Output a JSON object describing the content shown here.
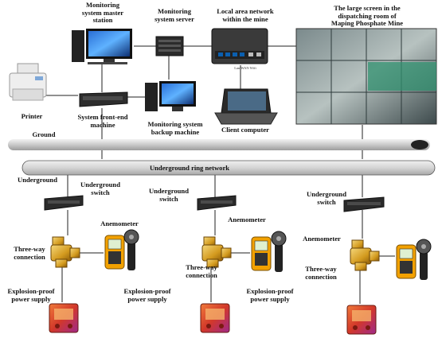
{
  "title": "",
  "labels": {
    "master_station": "Monitoring\nsystem master\nstation",
    "server": "Monitoring\nsystem server",
    "lan": "Local area network\nwithin the mine",
    "big_screen": "The large screen in the\ndispatching room of\nMaping Phosphate Mine",
    "printer": "Printer",
    "front_end": "System front-end\nmachine",
    "backup": "Monitoring system\nbackup machine",
    "client": "Client computer",
    "ground": "Ground",
    "ring_network": "Underground ring network",
    "underground": "Underground",
    "switch_1": "Underground\nswitch",
    "switch_2": "Underground\nswitch",
    "switch_3": "Underground\nswitch",
    "anemometer_1": "Anemometer",
    "anemometer_2": "Anemometer",
    "anemometer_3": "Anemometer",
    "threeway_1": "Three-way\nconnection",
    "threeway_2": "Three-way\nconnection",
    "threeway_3": "Three-way\nconnection",
    "power_1": "Explosion-proof\npower supply",
    "power_2": "Explosion-proof\npower supply",
    "power_3": "Explosion-proof\npower supply",
    "router_port_labels": "Lan  WAN  Wifi"
  },
  "colors": {
    "ground_bar": "#c8c8c8",
    "ring_bar": "#d0d0d0",
    "line": "#222222",
    "anemometer_body": "#f2a100",
    "valve": "#d9a521",
    "power_supply": "#d6442c"
  }
}
